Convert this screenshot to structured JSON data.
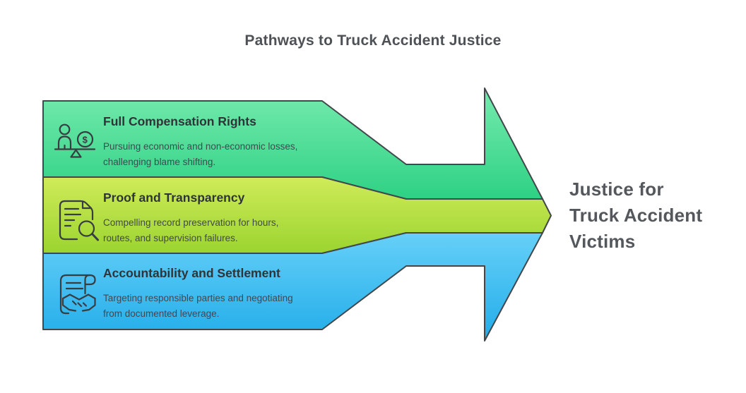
{
  "page": {
    "title": "Pathways to Truck Accident Justice"
  },
  "bands": [
    {
      "title": "Full Compensation Rights",
      "description": "Pursuing economic and non-economic losses,\nchallenging blame shifting.",
      "icon": "balance-person-dollar-icon",
      "color_top": "#6ee8a9",
      "color_bottom": "#2ed184"
    },
    {
      "title": "Proof and Transparency",
      "description": "Compelling record preservation for hours,\nroutes, and supervision failures.",
      "icon": "document-magnifier-icon",
      "color_top": "#d0eb59",
      "color_bottom": "#9bd430"
    },
    {
      "title": "Accountability and Settlement",
      "description": "Targeting responsible parties and negotiating\nfrom documented leverage.",
      "icon": "contract-handshake-icon",
      "color_top": "#66d0f8",
      "color_bottom": "#22ace9"
    }
  ],
  "arrow": {
    "label": "Justice for\nTruck Accident\nVictims"
  },
  "icons": {
    "dollar_sign": "$"
  },
  "colors": {
    "outline": "#42474c",
    "icon_stroke": "#383d42",
    "page_title_text": "#4e5256",
    "band_title_text": "#2f3438",
    "band_desc_text": "#424850",
    "arrow_label_text": "#54585c"
  }
}
